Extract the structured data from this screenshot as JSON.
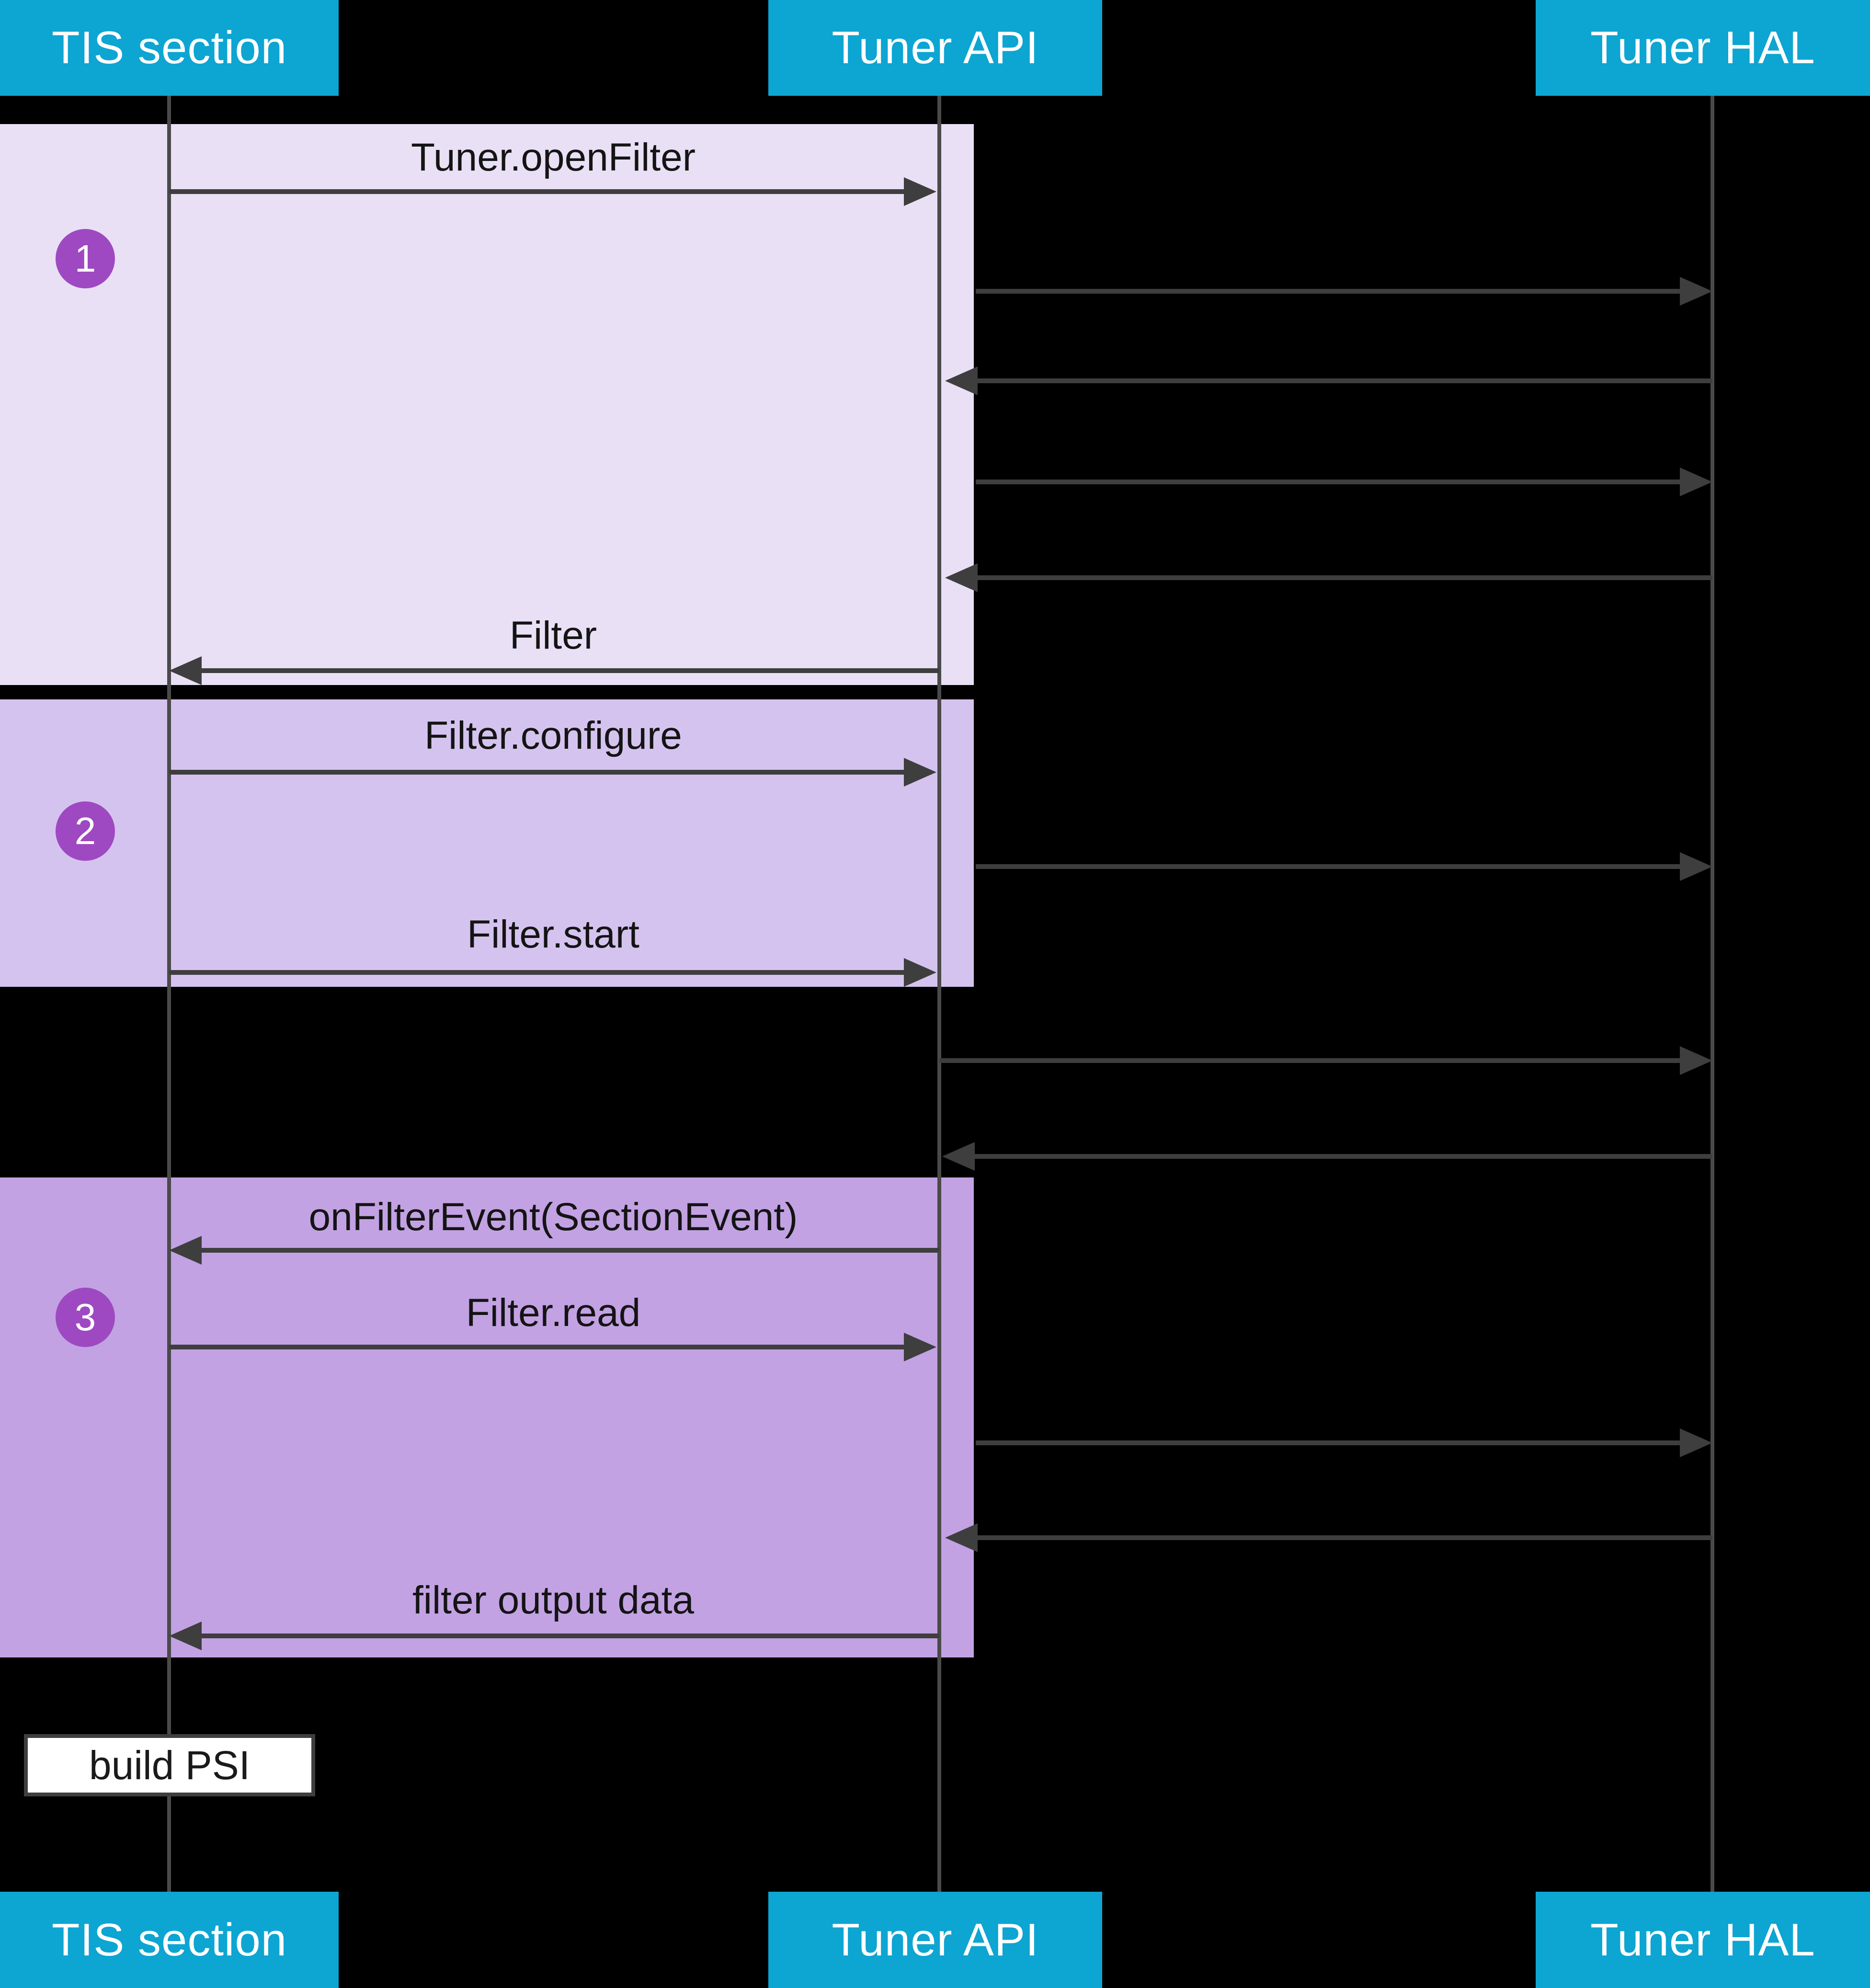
{
  "colors": {
    "background": "#000000",
    "header_bg": "#0da5d2",
    "header_text": "#ffffff",
    "section1_bg": "#e9e0f6",
    "section2_bg": "#d5c3ef",
    "section3_bg": "#c2a2e3",
    "step_badge_bg": "#9e49c1",
    "step_badge_text": "#ffffff",
    "arrow": "#3e3e3e",
    "lifeline": "#4a4a4a",
    "message_text": "#141414",
    "note_bg": "#ffffff",
    "note_border": "#3e3e3e",
    "note_text": "#1a1a1a"
  },
  "participants": [
    {
      "name": "TIS section"
    },
    {
      "name": "Tuner API"
    },
    {
      "name": "Tuner HAL"
    }
  ],
  "steps": [
    {
      "number": "1"
    },
    {
      "number": "2"
    },
    {
      "number": "3"
    }
  ],
  "messages": {
    "open_filter": "Tuner.openFilter",
    "filter_return": "Filter",
    "configure": "Filter.configure",
    "start": "Filter.start",
    "on_filter_event": "onFilterEvent(SectionEvent)",
    "read": "Filter.read",
    "filter_output": "filter output data"
  },
  "note": {
    "label": "build PSI"
  }
}
